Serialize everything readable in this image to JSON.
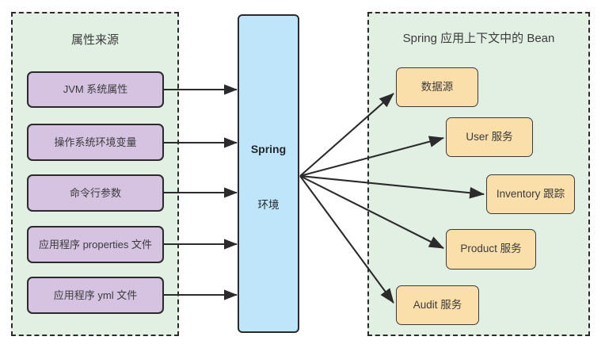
{
  "diagram": {
    "title_hidden": "",
    "left_group": {
      "label": "属性来源",
      "items": [
        {
          "label": "JVM 系统属性"
        },
        {
          "label": "操作系统环境变量"
        },
        {
          "label": "命令行参数"
        },
        {
          "label": "应用程序 properties 文件"
        },
        {
          "label": "应用程序 yml 文件"
        }
      ]
    },
    "center": {
      "label_top": "Spring",
      "label_bottom": "环境"
    },
    "right_group": {
      "label": "Spring 应用上下文中的 Bean",
      "items": [
        {
          "label": "数据源"
        },
        {
          "label": "User 服务"
        },
        {
          "label": "Inventory 跟踪"
        },
        {
          "label": "Product 服务"
        },
        {
          "label": "Audit 服务"
        }
      ]
    },
    "colors": {
      "group_fill": "#e2f0e4",
      "group_border": "#2b2b2b",
      "source_fill": "#d6c3e2",
      "bean_fill": "#fbdfab",
      "env_fill": "#bfe5fb",
      "edge": "#2b2b2b",
      "text": "#3b3b3b"
    }
  }
}
